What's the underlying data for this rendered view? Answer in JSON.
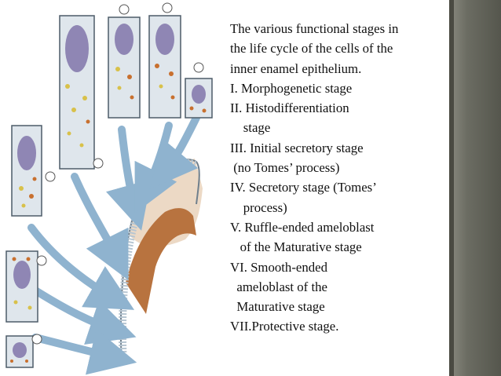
{
  "caption": {
    "lines": [
      "The various functional stages in",
      "the life cycle of the cells of the",
      "inner enamel epithelium.",
      "I. Morphogenetic stage",
      "II. Histodifferentiation",
      "    stage",
      "III. Initial secretory stage",
      " (no Tomes’ process)",
      "IV. Secretory stage (Tomes’",
      "    process)",
      "V. Ruffle-ended ameloblast",
      "   of the Maturative stage",
      "VI. Smooth-ended",
      "  ameloblast of the",
      "  Maturative stage",
      "VII.Protective stage."
    ]
  },
  "colors": {
    "arrow": "#8fb3cf",
    "nucleus": "#8f86b4",
    "cytoplasm": "#dfe6ec",
    "granule": "#d8c14a",
    "mitochondria": "#c8702f",
    "enamel_band": "#b8733f",
    "dentin": "#ecd9c5",
    "background_bar": "#6b6c62"
  }
}
